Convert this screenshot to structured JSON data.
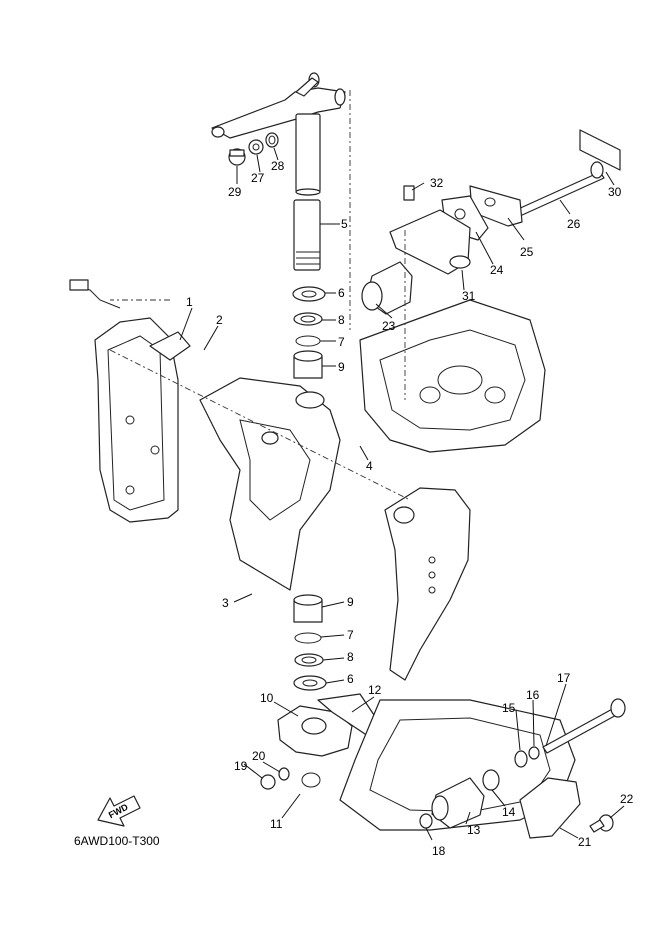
{
  "diagram": {
    "code": "6AWD100-T300",
    "fwd_label": "FWD",
    "callouts": [
      "1",
      "2",
      "3",
      "4",
      "5",
      "6",
      "7",
      "8",
      "9",
      "10",
      "11",
      "12",
      "13",
      "14",
      "15",
      "16",
      "17",
      "18",
      "19",
      "20",
      "21",
      "22",
      "23",
      "24",
      "25",
      "26",
      "27",
      "28",
      "29",
      "30",
      "31",
      "32",
      "6",
      "7",
      "8",
      "9"
    ]
  }
}
